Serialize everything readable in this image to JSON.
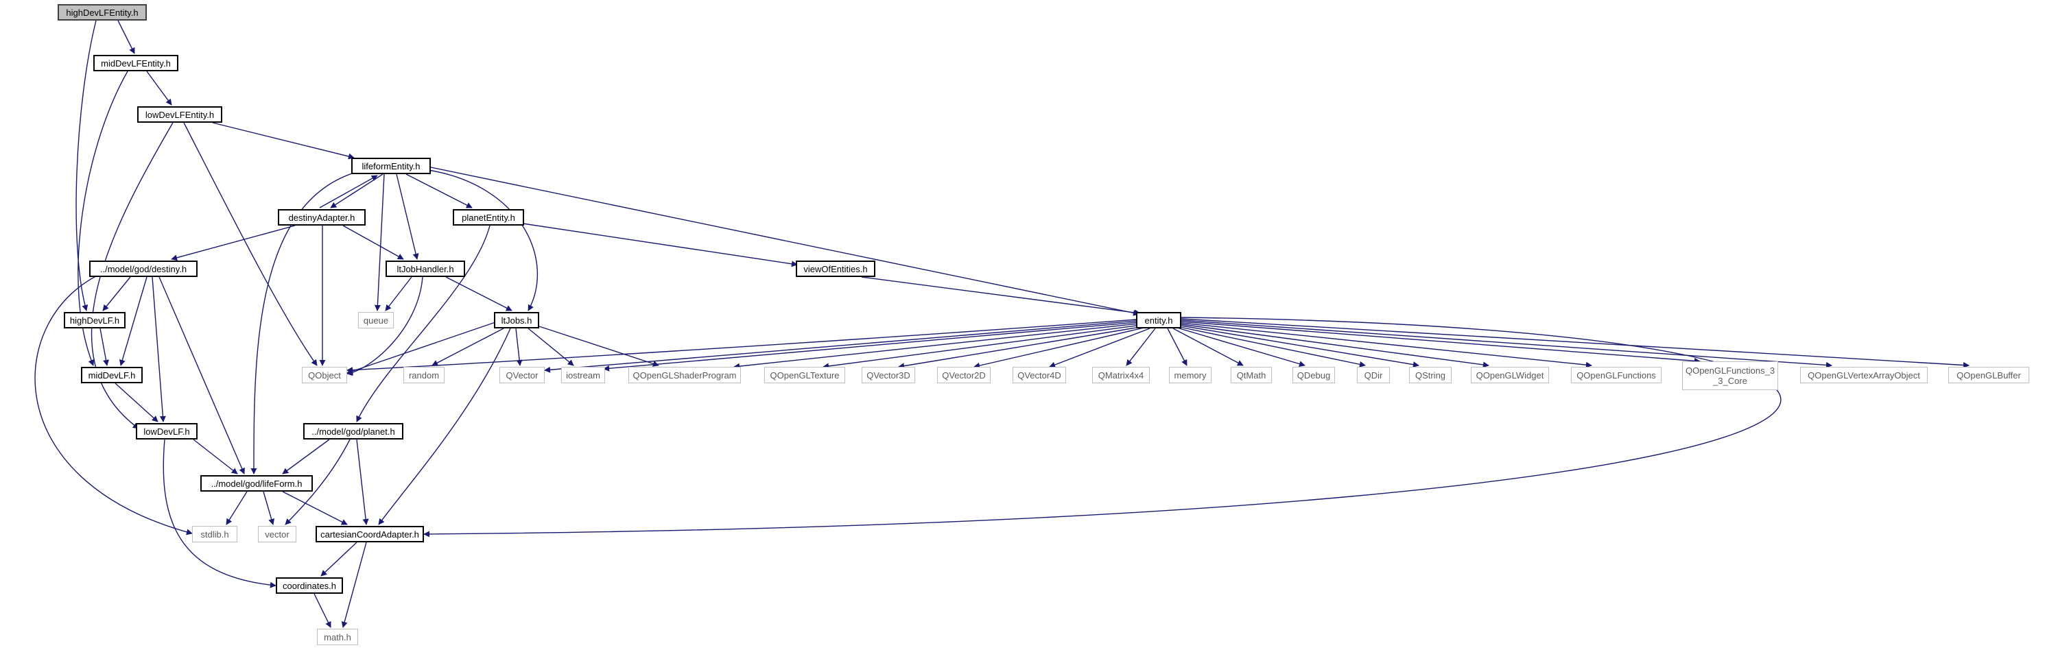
{
  "colors": {
    "edge": "#191970",
    "node_border": "#000000",
    "external_border": "#bfbfbf",
    "root_fill": "#bfbfbf",
    "background": "#ffffff"
  },
  "nodes": {
    "highDevLFEntity": "highDevLFEntity.h",
    "midDevLFEntity": "midDevLFEntity.h",
    "lowDevLFEntity": "lowDevLFEntity.h",
    "lifeformEntity": "lifeformEntity.h",
    "destinyAdapter": "destinyAdapter.h",
    "planetEntity": "planetEntity.h",
    "modelGodDestiny": "../model/god/destiny.h",
    "ltJobHandler": "ltJobHandler.h",
    "viewOfEntities": "viewOfEntities.h",
    "highDevLF": "highDevLF.h",
    "queue": "queue",
    "ltJobs": "ltJobs.h",
    "entity": "entity.h",
    "midDevLF": "midDevLF.h",
    "QObject": "QObject",
    "random": "random",
    "QVector": "QVector",
    "iostream": "iostream",
    "QOpenGLShaderProgram": "QOpenGLShaderProgram",
    "QOpenGLTexture": "QOpenGLTexture",
    "QVector3D": "QVector3D",
    "QVector2D": "QVector2D",
    "QVector4D": "QVector4D",
    "QMatrix4x4": "QMatrix4x4",
    "memory": "memory",
    "QtMath": "QtMath",
    "QDebug": "QDebug",
    "QDir": "QDir",
    "QString": "QString",
    "QOpenGLWidget": "QOpenGLWidget",
    "QOpenGLFunctions": "QOpenGLFunctions",
    "QOpenGLFunctions_3_3_Core": "QOpenGLFunctions_3 _3_Core",
    "QOpenGLVertexArrayObject": "QOpenGLVertexArrayObject",
    "QOpenGLBuffer": "QOpenGLBuffer",
    "lowDevLF": "lowDevLF.h",
    "modelGodPlanet": "../model/god/planet.h",
    "modelGodLifeForm": "../model/god/lifeForm.h",
    "stdlib": "stdlib.h",
    "vector": "vector",
    "cartesianCoordAdapter": "cartesianCoordAdapter.h",
    "coordinates": "coordinates.h",
    "math": "math.h"
  }
}
